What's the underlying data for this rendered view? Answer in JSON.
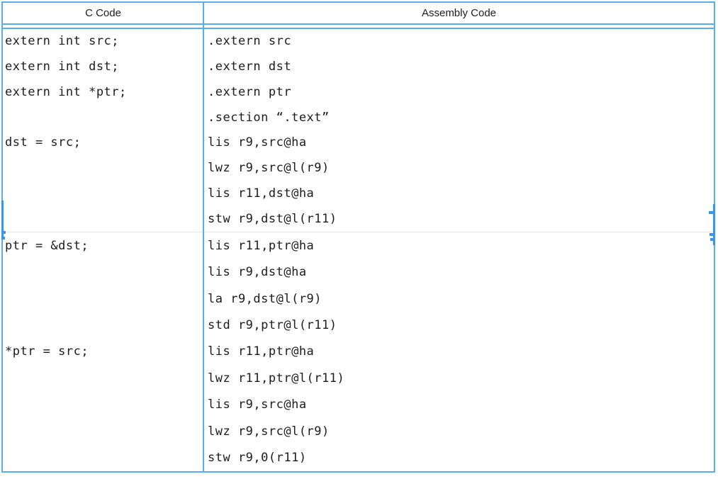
{
  "table": {
    "headers": {
      "c": "C Code",
      "asm": "Assembly Code"
    },
    "colors": {
      "border": "#58acf0",
      "separator": "#dcebfb",
      "edge_marker": "#3f93e2",
      "text": "#1c1c1c"
    },
    "sections": [
      {
        "pairs": [
          {
            "c": "extern int src;",
            "asm": ".extern src"
          },
          {
            "c": "extern int dst;",
            "asm": ".extern dst"
          },
          {
            "c": "extern int *ptr;",
            "asm": ".extern ptr"
          },
          {
            "c": "",
            "asm": ".section “.text”"
          },
          {
            "c": "dst = src;",
            "asm": "lis r9,src@ha"
          },
          {
            "c": "",
            "asm": "lwz r9,src@l(r9)"
          },
          {
            "c": "",
            "asm": "lis r11,dst@ha"
          },
          {
            "c": "",
            "asm": "stw r9,dst@l(r11)"
          }
        ]
      },
      {
        "pairs": [
          {
            "c": "ptr = &dst;",
            "asm": "lis r11,ptr@ha"
          },
          {
            "c": "",
            "asm": "lis r9,dst@ha"
          },
          {
            "c": "",
            "asm": "la r9,dst@l(r9)"
          },
          {
            "c": "",
            "asm": "std r9,ptr@l(r11)"
          },
          {
            "c": "*ptr = src;",
            "asm": "lis r11,ptr@ha"
          },
          {
            "c": "",
            "asm": "lwz r11,ptr@l(r11)"
          },
          {
            "c": "",
            "asm": "lis r9,src@ha"
          },
          {
            "c": "",
            "asm": "lwz r9,src@l(r9)"
          },
          {
            "c": "",
            "asm": "stw r9,0(r11)"
          }
        ]
      }
    ]
  }
}
